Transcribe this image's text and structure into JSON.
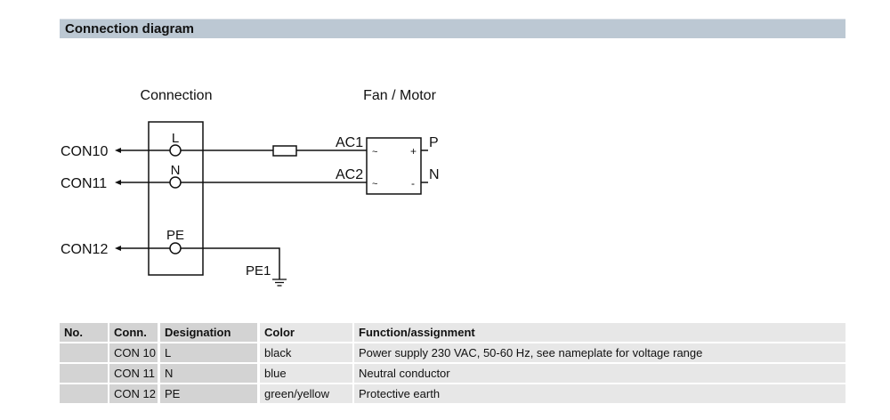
{
  "section": {
    "title": "Connection diagram"
  },
  "diagram": {
    "connection_title": "Connection",
    "motor_title": "Fan / Motor",
    "external_labels": [
      "CON10",
      "CON11",
      "CON12"
    ],
    "terminal_labels": [
      "L",
      "N",
      "PE"
    ],
    "motor_inputs": [
      "AC1",
      "AC2"
    ],
    "motor_outputs": [
      "P",
      "N"
    ],
    "motor_input_symbols": [
      "~",
      "~"
    ],
    "motor_output_symbols": [
      "+",
      "-"
    ],
    "ground_label": "PE1"
  },
  "table": {
    "headers": [
      "No.",
      "Conn.",
      "Designation",
      "Color",
      "Function/assignment"
    ],
    "rows": [
      [
        "",
        "CON 10",
        "L",
        "black",
        "Power supply 230 VAC, 50-60 Hz, see nameplate for voltage range"
      ],
      [
        "",
        "CON 11",
        "N",
        "blue",
        "Neutral conductor"
      ],
      [
        "",
        "CON 12",
        "PE",
        "green/yellow",
        "Protective earth"
      ]
    ]
  }
}
